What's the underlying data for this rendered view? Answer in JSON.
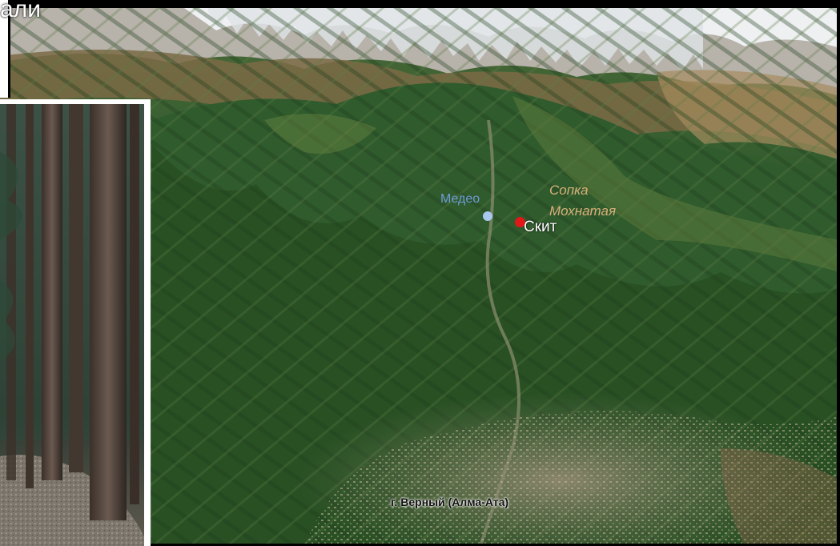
{
  "title": {
    "text": "али"
  },
  "map": {
    "labels": {
      "medeo": "Медео",
      "sopka_line1": "Сопка",
      "sopka_line2": "Мохнатая",
      "skit": "Скит",
      "city": "г. Верный (Алма-Ата)"
    },
    "markers": {
      "medeo_color": "#a9c8ee",
      "skit_color": "#e01818"
    }
  }
}
